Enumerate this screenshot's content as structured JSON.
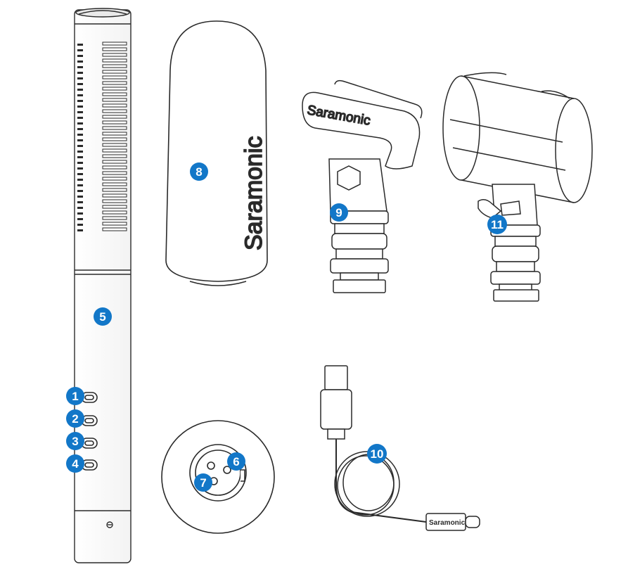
{
  "brand": {
    "windscreen_logo": "Saramonic",
    "clip_mount_logo": "Saramonic",
    "cable_logo": "Saramonic"
  },
  "callouts": {
    "c1": "1",
    "c2": "2",
    "c3": "3",
    "c4": "4",
    "c5": "5",
    "c6": "6",
    "c7": "7",
    "c8": "8",
    "c9": "9",
    "c10": "10",
    "c11": "11"
  },
  "colors": {
    "callout_fill": "#1277c8",
    "line_art": "#2a2a2a"
  }
}
